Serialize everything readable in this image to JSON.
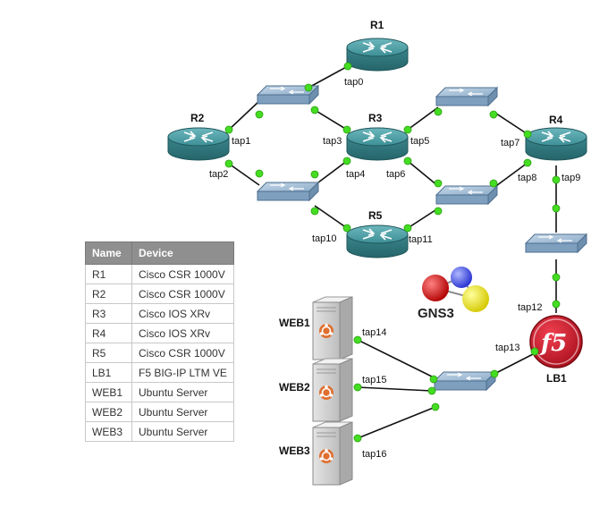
{
  "nodes": {
    "r1": "R1",
    "r2": "R2",
    "r3": "R3",
    "r4": "R4",
    "r5": "R5",
    "lb1": "LB1",
    "web1": "WEB1",
    "web2": "WEB2",
    "web3": "WEB3"
  },
  "taps": {
    "tap0": "tap0",
    "tap1": "tap1",
    "tap2": "tap2",
    "tap3": "tap3",
    "tap4": "tap4",
    "tap5": "tap5",
    "tap6": "tap6",
    "tap7": "tap7",
    "tap8": "tap8",
    "tap9": "tap9",
    "tap10": "tap10",
    "tap11": "tap11",
    "tap12": "tap12",
    "tap13": "tap13",
    "tap14": "tap14",
    "tap15": "tap15",
    "tap16": "tap16"
  },
  "logo": {
    "gns3": "GNS3",
    "f5": "f5"
  },
  "table": {
    "headers": {
      "name": "Name",
      "device": "Device"
    },
    "rows": [
      {
        "name": "R1",
        "device": "Cisco CSR 1000V"
      },
      {
        "name": "R2",
        "device": "Cisco CSR 1000V"
      },
      {
        "name": "R3",
        "device": "Cisco IOS XRv"
      },
      {
        "name": "R4",
        "device": "Cisco IOS XRv"
      },
      {
        "name": "R5",
        "device": "Cisco CSR 1000V"
      },
      {
        "name": "LB1",
        "device": "F5 BIG-IP LTM VE"
      },
      {
        "name": "WEB1",
        "device": "Ubuntu Server"
      },
      {
        "name": "WEB2",
        "device": "Ubuntu Server"
      },
      {
        "name": "WEB3",
        "device": "Ubuntu Server"
      }
    ]
  },
  "colors": {
    "router": "#3f8f95",
    "switch": "#8fb0cf",
    "link_dot": "#44dd22",
    "f5_red": "#cc1f2e",
    "table_header": "#8f8f8f"
  }
}
